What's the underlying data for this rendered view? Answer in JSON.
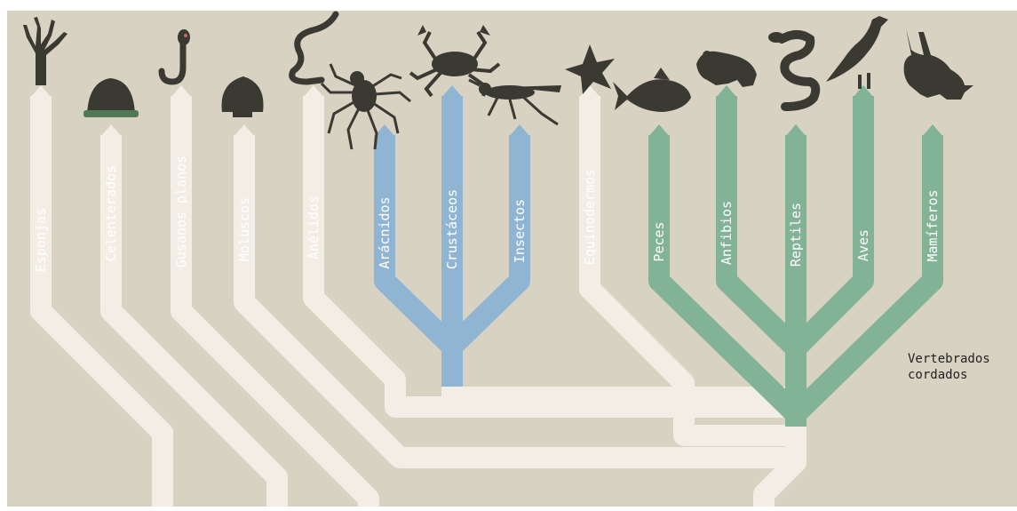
{
  "colors": {
    "background": "#d8d2c3",
    "trunk": "#f2eee6",
    "arthropods": "#8fb5d3",
    "vertebrates": "#83b397",
    "silhouette": "#3a3a33",
    "label_text": "#ffffff"
  },
  "groups": {
    "invertebrates": [
      "Esponjas",
      "Celenterados",
      "Gusanos planos",
      "Moluscos",
      "Anélidos"
    ],
    "arthropods": [
      "Arácnidos",
      "Crustáceos",
      "Insectos"
    ],
    "echinoderms": [
      "Equinodermos"
    ],
    "vertebrates": [
      "Peces",
      "Anfibios",
      "Reptiles",
      "Aves",
      "Mamíferos"
    ]
  },
  "annotation": {
    "line1": "Vertebrados",
    "line2": "cordados"
  },
  "icons": [
    "sponge-icon",
    "coral-icon",
    "flatworm-icon",
    "shell-icon",
    "earthworm-icon",
    "spider-icon",
    "crab-icon",
    "insect-icon",
    "starfish-icon",
    "fish-icon",
    "frog-icon",
    "snake-icon",
    "bird-icon",
    "rabbit-icon"
  ]
}
